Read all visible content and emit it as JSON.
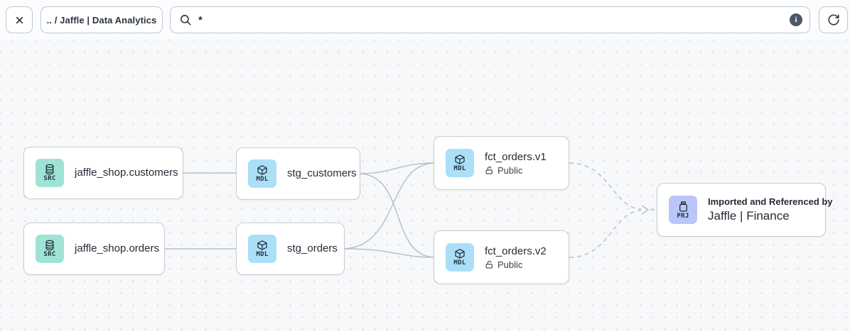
{
  "toolbar": {
    "breadcrumb": ".. / Jaffle | Data Analytics",
    "search": {
      "value": "*",
      "placeholder": ""
    }
  },
  "icons": {
    "close-icon": "✕",
    "search-icon": "⌕",
    "info-icon": "i",
    "refresh-icon": "⟳",
    "database-icon": "⛁",
    "model-icon": "cube",
    "project-icon": "archive",
    "unlock-icon": "open-padlock"
  },
  "graph": {
    "nodes": [
      {
        "type": "source",
        "badge": "SRC",
        "title": "jaffle_shop.customers"
      },
      {
        "type": "source",
        "badge": "SRC",
        "title": "jaffle_shop.orders"
      },
      {
        "type": "model",
        "badge": "MDL",
        "title": "stg_customers"
      },
      {
        "type": "model",
        "badge": "MDL",
        "title": "stg_orders"
      },
      {
        "type": "model",
        "badge": "MDL",
        "title": "fct_orders.v1",
        "access": "Public"
      },
      {
        "type": "model",
        "badge": "MDL",
        "title": "fct_orders.v2",
        "access": "Public"
      },
      {
        "type": "project",
        "badge": "PRJ",
        "subtitle": "Imported and Referenced by",
        "title": "Jaffle | Finance"
      }
    ],
    "edges": [
      {
        "from": "jaffle_shop.customers",
        "to": "stg_customers",
        "style": "solid"
      },
      {
        "from": "jaffle_shop.orders",
        "to": "stg_orders",
        "style": "solid"
      },
      {
        "from": "stg_customers",
        "to": "fct_orders.v1",
        "style": "solid"
      },
      {
        "from": "stg_customers",
        "to": "fct_orders.v2",
        "style": "solid"
      },
      {
        "from": "stg_orders",
        "to": "fct_orders.v1",
        "style": "solid"
      },
      {
        "from": "stg_orders",
        "to": "fct_orders.v2",
        "style": "solid"
      },
      {
        "from": "fct_orders.v1",
        "to": "Jaffle | Finance",
        "style": "dashed"
      },
      {
        "from": "fct_orders.v2",
        "to": "Jaffle | Finance",
        "style": "dashed"
      }
    ]
  },
  "colors": {
    "canvas_bg": "#f7f8f9",
    "dot_grid": "#d7dade",
    "node_border": "#c7cdd5",
    "edge": "#b7bdc7",
    "src_badge_bg": "#9fe3d5",
    "mdl_badge_bg": "#abdff8",
    "prj_badge_bg": "#bac6f9",
    "icon_dark": "#2a3440",
    "info_badge_bg": "#4d5766"
  }
}
